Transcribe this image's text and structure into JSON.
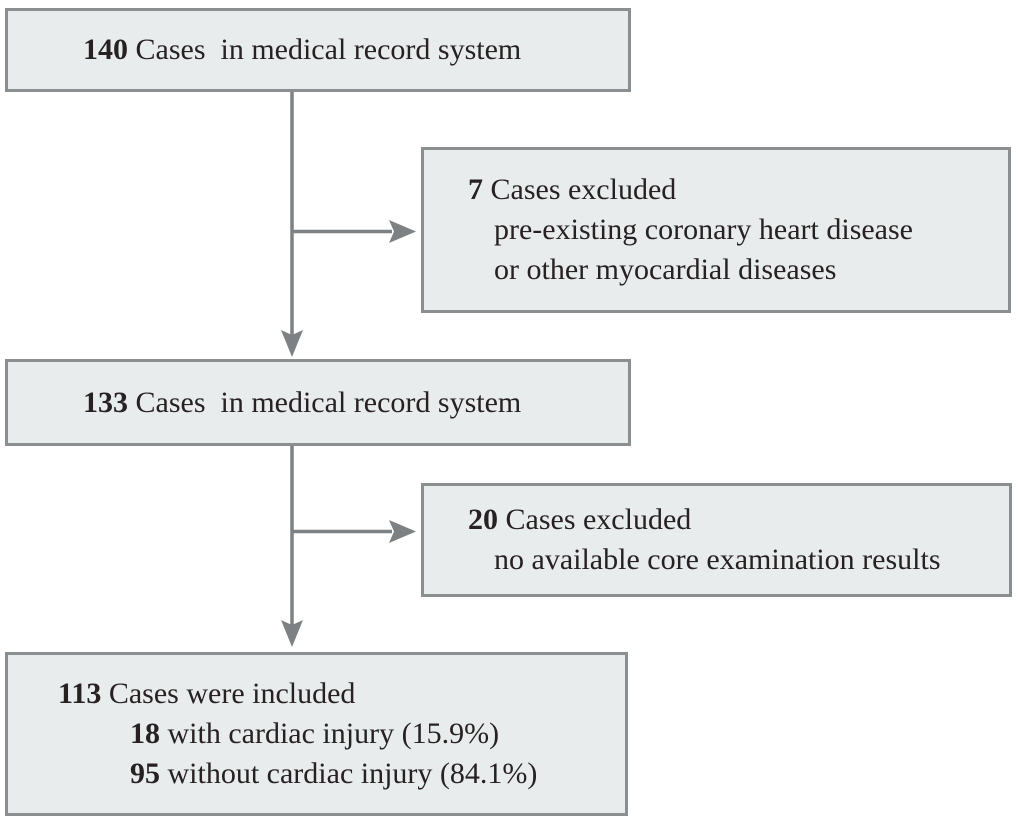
{
  "colors": {
    "background": "#ffffff",
    "box_fill": "#e8eced",
    "box_border": "#8b8f91",
    "arrow": "#7e8183",
    "text": "#272122"
  },
  "flowchart": {
    "box_top": {
      "count": "140",
      "label": " Cases  in medical record system"
    },
    "box_excluded_1": {
      "count": "7",
      "label": " Cases excluded",
      "reason_1": "pre-existing coronary heart disease",
      "reason_2": "or other myocardial diseases"
    },
    "box_middle": {
      "count": "133",
      "label": " Cases  in medical record system"
    },
    "box_excluded_2": {
      "count": "20",
      "label": " Cases excluded",
      "reason_1": "no available core examination results"
    },
    "box_included": {
      "count": "113",
      "label": " Cases were included",
      "group_1_count": "18",
      "group_1_label": " with cardiac injury (15.9%)",
      "group_2_count": "95",
      "group_2_label": " without cardiac injury (84.1%)"
    }
  }
}
